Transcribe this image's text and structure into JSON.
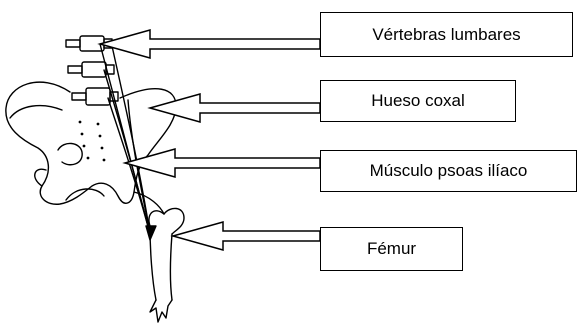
{
  "labels": [
    {
      "id": "vertebras",
      "text": "Vértebras lumbares"
    },
    {
      "id": "coxal",
      "text": "Hueso coxal"
    },
    {
      "id": "psoas",
      "text": "Músculo psoas ilíaco"
    },
    {
      "id": "femur",
      "text": "Fémur"
    }
  ],
  "colors": {
    "line": "#000000",
    "background": "#ffffff"
  }
}
